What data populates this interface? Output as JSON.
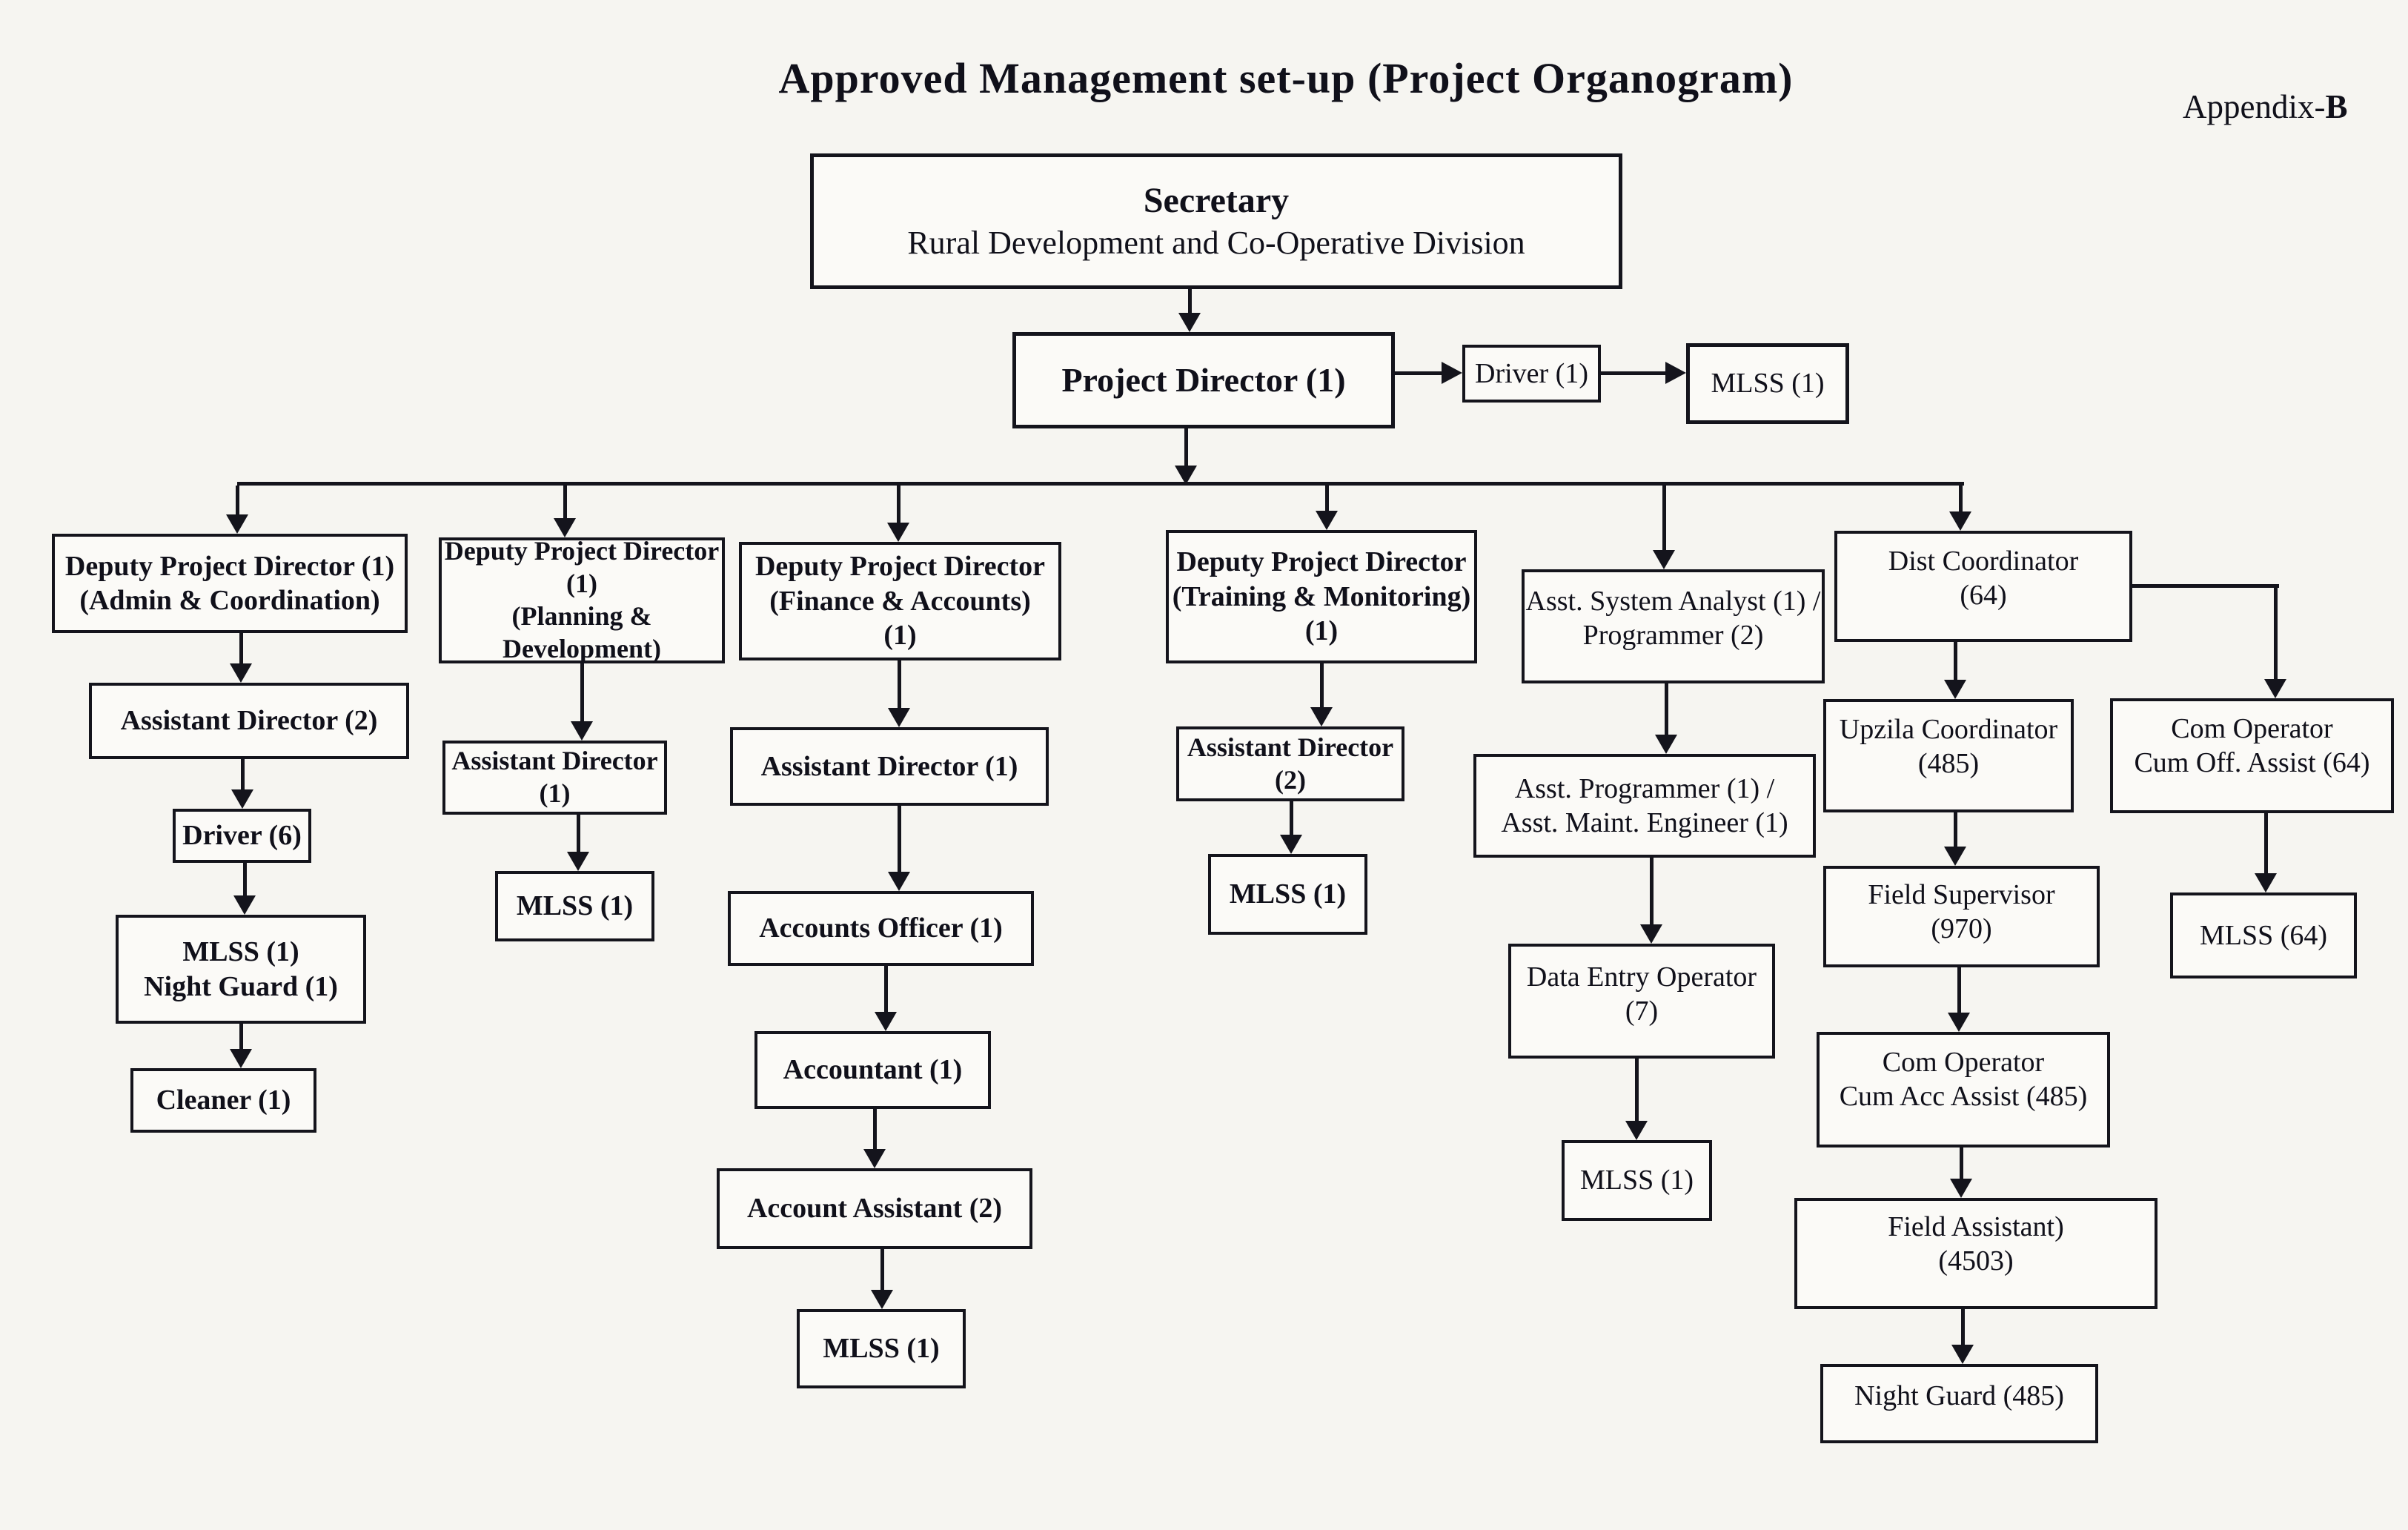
{
  "title": "Approved Management set-up (Project Organogram)",
  "appendix": {
    "prefix": "Appendix-",
    "bold": "B"
  },
  "colors": {
    "ink": "#14141c",
    "paper": "#f6f5f1",
    "box_bg": "#fbfaf7"
  },
  "nodes": {
    "secretary": {
      "lines": [
        "Secretary",
        "Rural Development and Co-Operative Division"
      ]
    },
    "project_director": {
      "lines": [
        "Project Director (1)"
      ]
    },
    "driver_pd": {
      "lines": [
        "Driver (1)"
      ]
    },
    "mlss_pd": {
      "lines": [
        "MLSS (1)"
      ]
    },
    "dpd_admin": {
      "lines": [
        "Deputy Project Director (1)",
        "(Admin & Coordination)"
      ]
    },
    "asst_dir_admin": {
      "lines": [
        "Assistant Director (2)"
      ]
    },
    "driver6": {
      "lines": [
        "Driver (6)"
      ]
    },
    "mlss_ng_admin": {
      "lines": [
        "MLSS (1)",
        "Night Guard (1)"
      ]
    },
    "cleaner": {
      "lines": [
        "Cleaner (1)"
      ]
    },
    "dpd_planning": {
      "lines": [
        "Deputy Project Director",
        "(1)",
        "(Planning & Development)"
      ]
    },
    "asst_dir_planning": {
      "lines": [
        "Assistant Director",
        "(1)"
      ]
    },
    "mlss_planning": {
      "lines": [
        "MLSS (1)"
      ]
    },
    "dpd_finance": {
      "lines": [
        "Deputy Project Director",
        "(Finance & Accounts)",
        "(1)"
      ]
    },
    "asst_dir_finance": {
      "lines": [
        "Assistant Director (1)"
      ]
    },
    "accounts_officer": {
      "lines": [
        "Accounts Officer (1)"
      ]
    },
    "accountant": {
      "lines": [
        "Accountant (1)"
      ]
    },
    "account_assistant": {
      "lines": [
        "Account Assistant (2)"
      ]
    },
    "mlss_finance": {
      "lines": [
        "MLSS (1)"
      ]
    },
    "dpd_training": {
      "lines": [
        "Deputy Project Director",
        "(Training & Monitoring)",
        "(1)"
      ]
    },
    "asst_dir_training": {
      "lines": [
        "Assistant Director",
        "(2)"
      ]
    },
    "mlss_training": {
      "lines": [
        "MLSS (1)"
      ]
    },
    "asst_system_analyst": {
      "lines": [
        "Asst. System Analyst (1) /",
        "Programmer (2)"
      ]
    },
    "asst_programmer": {
      "lines": [
        "Asst. Programmer (1) /",
        "Asst. Maint. Engineer (1)"
      ]
    },
    "data_entry_operator": {
      "lines": [
        "Data Entry Operator",
        "(7)"
      ]
    },
    "mlss_analyst": {
      "lines": [
        "MLSS (1)"
      ]
    },
    "dist_coordinator": {
      "lines": [
        "Dist Coordinator",
        "(64)"
      ]
    },
    "upzila_coordinator": {
      "lines": [
        "Upzila Coordinator",
        "(485)"
      ]
    },
    "field_supervisor": {
      "lines": [
        "Field Supervisor",
        "(970)"
      ]
    },
    "com_op_acc_assist": {
      "lines": [
        "Com Operator",
        "Cum Acc Assist (485)"
      ]
    },
    "field_assistant": {
      "lines": [
        "Field Assistant)",
        "(4503)"
      ]
    },
    "night_guard": {
      "lines": [
        "Night Guard (485)"
      ]
    },
    "com_op_off_assist": {
      "lines": [
        "Com Operator",
        "Cum Off. Assist (64)"
      ]
    },
    "mlss_64": {
      "lines": [
        "MLSS (64)"
      ]
    }
  }
}
